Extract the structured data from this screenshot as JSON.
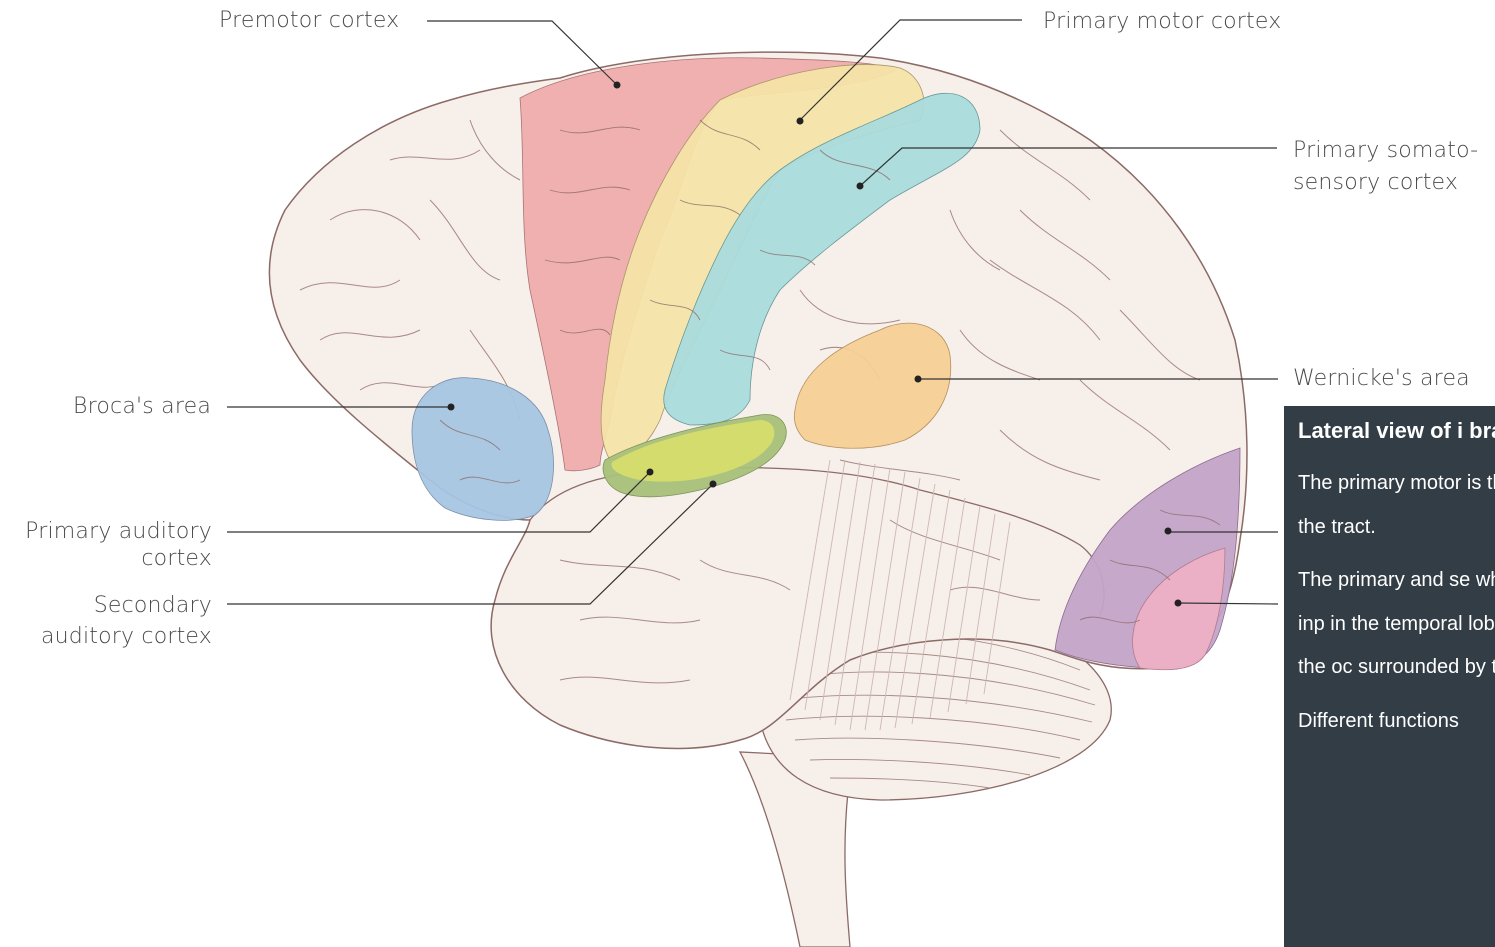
{
  "labels": {
    "premotor_cortex": "Premotor cortex",
    "primary_motor_cortex": "Primary motor cortex",
    "primary_somatosensory_cortex_line1": "Primary somato-",
    "primary_somatosensory_cortex_line2": "sensory cortex",
    "wernickes_area": "Wernicke's area",
    "brocas_area": "Broca's area",
    "primary_auditory_cortex_line1": "Primary auditory",
    "primary_auditory_cortex_line2": "cortex",
    "secondary_auditory_cortex_line1": "Secondary",
    "secondary_auditory_cortex_line2": "auditory cortex"
  },
  "info_panel": {
    "title": "Lateral view of i brain",
    "paragraphs": [
      "The primary motor is the origin of the tract.",
      "The primary and se where auditory inp in the temporal lob is located at the oc surrounded by the",
      "Different functions"
    ]
  },
  "colors": {
    "brain_fill": "#f7efea",
    "brain_outline": "#8c6a66",
    "premotor": "#f0a8aa",
    "primary_motor": "#f4e3a8",
    "somatosensory": "#a9dbdc",
    "brocas": "#a7c5e3",
    "wernickes": "#f5cf95",
    "primary_auditory": "#d6dd6c",
    "secondary_auditory": "#a8c07a",
    "visual_outer": "#c3a4c8",
    "visual_inner": "#edb0c4",
    "panel_bg": "#333d45",
    "leader_line": "#333333"
  }
}
